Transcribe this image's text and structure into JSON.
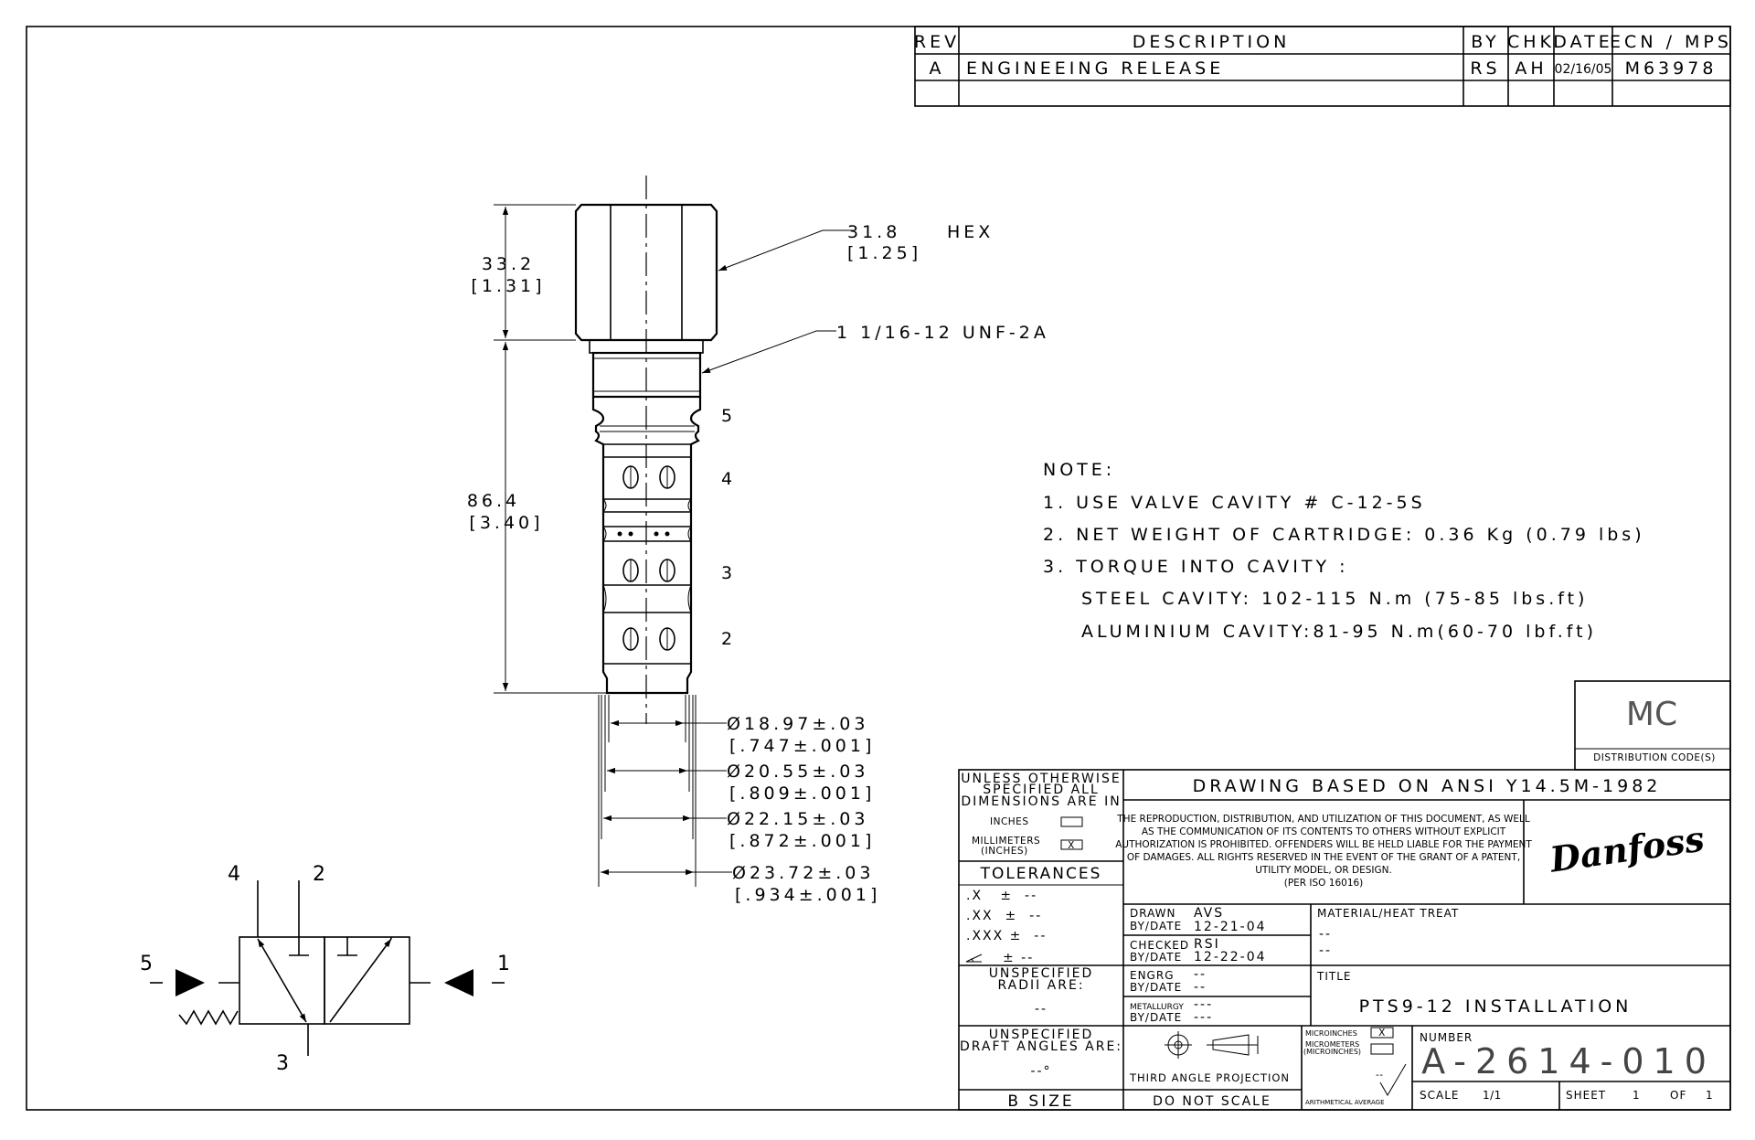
{
  "revision_block": {
    "headers": [
      "REV",
      "DESCRIPTION",
      "BY",
      "CHK",
      "DATE",
      "ECN / MPS"
    ],
    "row": {
      "rev": "A",
      "description": "ENGINEEING RELEASE",
      "by": "RS",
      "chk": "AH",
      "date": "02/16/05",
      "ecn": "M63978"
    }
  },
  "dimensions": {
    "hex_size": "31.8",
    "hex_size_in": "[1.25]",
    "hex_label": "HEX",
    "thread": "1 1/16-12 UNF-2A",
    "hex_height": "33.2",
    "hex_height_in": "[1.31]",
    "body_length": "86.4",
    "body_length_in": "[3.40]",
    "dia1": "Ø18.97±.03",
    "dia1_in": "[.747±.001]",
    "dia2": "Ø20.55±.03",
    "dia2_in": "[.809±.001]",
    "dia3": "Ø22.15±.03",
    "dia3_in": "[.872±.001]",
    "dia4": "Ø23.72±.03",
    "dia4_in": "[.934±.001]"
  },
  "ports": {
    "p5": "5",
    "p4": "4",
    "p3": "3",
    "p2": "2"
  },
  "symbol_ports": {
    "p4": "4",
    "p2": "2",
    "p5": "5",
    "p1": "1",
    "p3": "3"
  },
  "notes": {
    "heading": "NOTE:",
    "n1": "1. USE VALVE CAVITY # C-12-5S",
    "n2": "2. NET WEIGHT OF CARTRIDGE: 0.36 Kg (0.79 lbs)",
    "n3": "3. TORQUE INTO CAVITY :",
    "n3a": "STEEL CAVITY: 102-115 N.m (75-85 lbs.ft)",
    "n3b": "ALUMINIUM CAVITY:81-95 N.m(60-70 lbf.ft)"
  },
  "distribution": {
    "code": "MC",
    "label": "DISTRIBUTION CODE(S)"
  },
  "title_block": {
    "unless": [
      "UNLESS OTHERWISE",
      "SPECIFIED ALL",
      "DIMENSIONS ARE IN"
    ],
    "inches": "INCHES",
    "millimeters": [
      "MILLIMETERS",
      "(INCHES)"
    ],
    "mm_mark": "X",
    "tolerances_label": "TOLERANCES",
    "tol_x": ".X   ±  --",
    "tol_xx": ".XX  ±  --",
    "tol_xxx": ".XXX ±  --",
    "tol_ang": "±  --",
    "radii": [
      "UNSPECIFIED",
      "RADII ARE:"
    ],
    "radii_val": "--",
    "draft": [
      "UNSPECIFIED",
      "DRAFT ANGLES ARE:"
    ],
    "draft_val": "--°",
    "size": "B SIZE",
    "standard": "DRAWING BASED ON ANSI Y14.5M-1982",
    "legal": [
      "THE REPRODUCTION, DISTRIBUTION, AND UTILIZATION OF THIS DOCUMENT, AS WELL",
      "AS THE COMMUNICATION OF ITS CONTENTS TO OTHERS WITHOUT EXPLICIT",
      "AUTHORIZATION IS PROHIBITED. OFFENDERS WILL BE HELD LIABLE FOR THE PAYMENT",
      "OF DAMAGES. ALL RIGHTS RESERVED IN THE EVENT OF THE GRANT OF A PATENT,",
      "UTILITY MODEL, OR DESIGN.",
      "(PER ISO 16016)"
    ],
    "brand": "Danfoss",
    "drawn": {
      "label": "DRAWN",
      "by_label": "BY/DATE",
      "name": "AVS",
      "date": "12-21-04"
    },
    "checked": {
      "label": "CHECKED",
      "by_label": "BY/DATE",
      "name": "RSI",
      "date": "12-22-04"
    },
    "engrg": {
      "label": "ENGRG",
      "by_label": "BY/DATE",
      "name": "--",
      "date": "--"
    },
    "metallurgy": {
      "label": "METALLURGY",
      "by_label": "BY/DATE",
      "name": "---",
      "date": "---"
    },
    "material_label": "MATERIAL/HEAT TREAT",
    "material_1": "--",
    "material_2": "--",
    "title_label": "TITLE",
    "title": "PTS9-12 INSTALLATION",
    "projection": "THIRD ANGLE PROJECTION",
    "do_not_scale": "DO NOT SCALE",
    "microinches": "MICROINCHES",
    "micro_mark": "X",
    "micrometers": [
      "MICROMETERS",
      "(MICROINCHES)"
    ],
    "finish_val": "--",
    "arith": "ARITHMETICAL AVERAGE",
    "number_label": "NUMBER",
    "number": "A-2614-010",
    "scale_label": "SCALE",
    "scale": "1/1",
    "sheet_label": "SHEET",
    "sheet": "1",
    "of_label": "OF",
    "of": "1"
  },
  "colors": {
    "ink": "#000000",
    "paper": "#ffffff"
  }
}
